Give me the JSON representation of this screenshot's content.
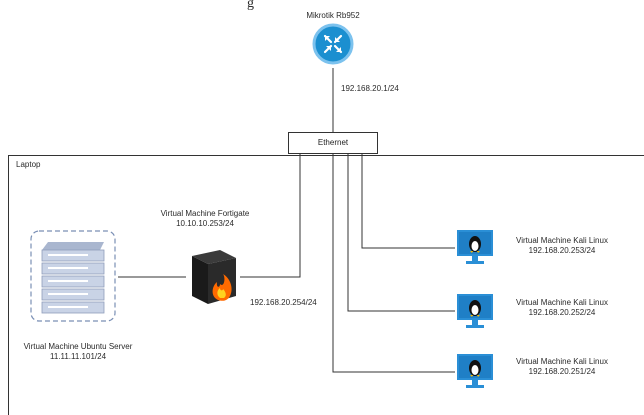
{
  "header_text": "g",
  "router": {
    "name": "Mikrotik Rb952",
    "uplink_ip": "192.168.20.1/24",
    "icon": "router-icon"
  },
  "switch": {
    "label": "Ethernet"
  },
  "laptop": {
    "label": "Laptop"
  },
  "firewall": {
    "title": "Virtual Machine Fortigate",
    "ip_internal": "10.10.10.253/24",
    "ip_external": "192.168.20.254/24",
    "icon": "firewall-icon"
  },
  "server": {
    "title": "Virtual Machine Ubuntu Server",
    "ip": "11.11.11.101/24",
    "icon": "server-icon"
  },
  "kali": [
    {
      "title": "Virtual Machine Kali Linux",
      "ip": "192.168.20.253/24",
      "icon": "linux-monitor-icon"
    },
    {
      "title": "Virtual Machine Kali Linux",
      "ip": "192.168.20.252/24",
      "icon": "linux-monitor-icon"
    },
    {
      "title": "Virtual Machine Kali Linux",
      "ip": "192.168.20.251/24",
      "icon": "linux-monitor-icon"
    }
  ],
  "colors": {
    "router_fill": "#1b8fd0",
    "monitor_blue": "#2a8fd6",
    "line": "#333333",
    "firewall_flame": "#ff6a00"
  }
}
